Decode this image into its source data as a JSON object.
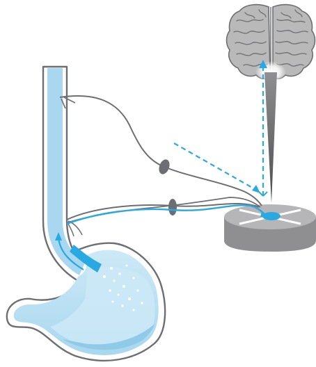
{
  "diagram": {
    "components": [
      {
        "id": "brain",
        "icon": "brain-icon"
      },
      {
        "id": "brainstem-pathway",
        "icon": "spinal-pathway-icon"
      },
      {
        "id": "brainstem-nucleus",
        "icon": "nucleus-disc-icon"
      },
      {
        "id": "esophagus",
        "icon": "esophagus-icon"
      },
      {
        "id": "stomach",
        "icon": "stomach-icon"
      },
      {
        "id": "vagal-afferent-nerve-upper",
        "icon": "nerve-fiber-icon"
      },
      {
        "id": "vagal-afferent-nerve-lower",
        "icon": "nerve-fiber-icon"
      },
      {
        "id": "nodose-ganglion-upper",
        "icon": "ganglion-icon"
      },
      {
        "id": "nodose-ganglion-lower",
        "icon": "ganglion-icon"
      }
    ],
    "signals": [
      {
        "id": "reflux-arrow",
        "from": "stomach",
        "to": "esophagus",
        "style": "solid"
      },
      {
        "id": "afferent-signal",
        "from": "stomach",
        "to": "brainstem-nucleus",
        "style": "solid"
      },
      {
        "id": "descending-input",
        "from": "periphery",
        "to": "brainstem-nucleus",
        "style": "dashed"
      },
      {
        "id": "ascending-signal",
        "from": "brainstem-nucleus",
        "to": "brain",
        "style": "dashed"
      }
    ]
  },
  "colors": {
    "accent_blue": "#29a9e1",
    "tissue_blue_light": "#cde9f7",
    "tissue_blue": "#a9d7ef",
    "tissue_blue_dark": "#29a9e1",
    "outline_grey": "#6d6e71",
    "nerve_grey": "#6d6e71",
    "brain_grey": "#b9b9ba",
    "brain_line": "#6d6e71",
    "disc_top": "#b6b6b8",
    "disc_side": "#8f8f91",
    "ganglion": "#6d6e71",
    "background": "#ffffff"
  }
}
